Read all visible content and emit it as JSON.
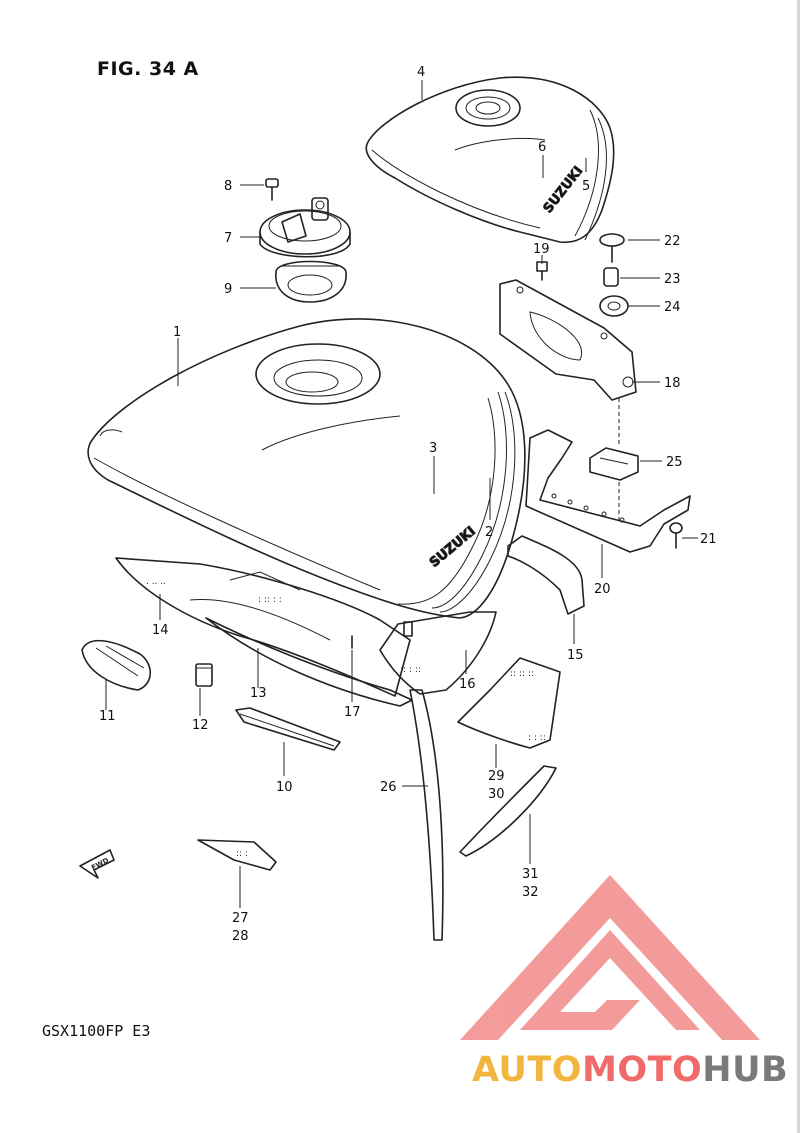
{
  "figure": {
    "title": "FIG. 34 A",
    "model_code": "GSX1100FP  E3"
  },
  "callouts": {
    "c1": "1",
    "c2": "2",
    "c3": "3",
    "c4": "4",
    "c5": "5",
    "c6": "6",
    "c7": "7",
    "c8": "8",
    "c9": "9",
    "c10": "10",
    "c11": "11",
    "c12": "12",
    "c13": "13",
    "c14": "14",
    "c15": "15",
    "c16": "16",
    "c17": "17",
    "c18": "18",
    "c19": "19",
    "c20": "20",
    "c21": "21",
    "c22": "22",
    "c23": "23",
    "c24": "24",
    "c25": "25",
    "c26": "26",
    "c29": "29",
    "c30": "30",
    "c31": "31",
    "c32": "32",
    "c27": "27",
    "c28": "28"
  },
  "decals": {
    "tank_logo": "SUZUKI",
    "cover_logo": "SUZUKI",
    "fwd_arrow": "FWD"
  },
  "watermark": {
    "part1": "AUTO",
    "part2": "MOTO",
    "part3": "HUB",
    "color_gold": "#f2b63e",
    "color_red": "#f06a6a",
    "color_gray": "#7a7a7a"
  }
}
